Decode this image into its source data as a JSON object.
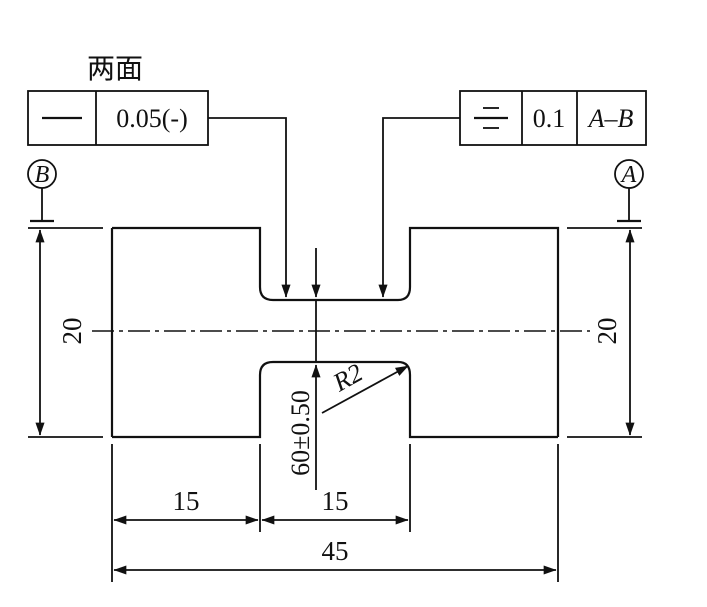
{
  "note_both_faces": "两面",
  "flatness_frame": {
    "symbol": "—",
    "tolerance": "0.05(-)"
  },
  "symmetry_frame": {
    "symbol": "symmetry-symbol",
    "tolerance": "0.1",
    "datum": "A–B"
  },
  "datum_left": "B",
  "datum_right": "A",
  "dimensions": {
    "height_left": "20",
    "height_right": "20",
    "slot_width": "60±0.50",
    "radius": "R2",
    "left_length": "15",
    "slot_length": "15",
    "total_length": "45"
  }
}
